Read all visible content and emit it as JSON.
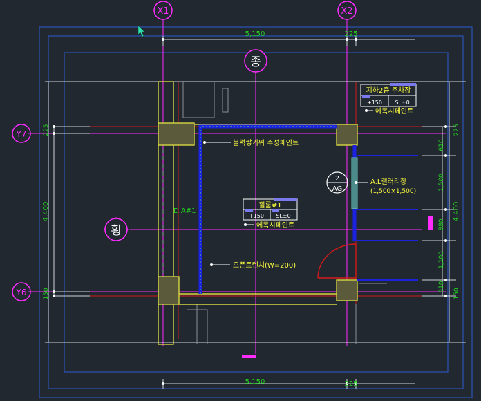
{
  "grid": {
    "x1": "X1",
    "x2": "X2",
    "y7": "Y7",
    "y6": "Y6"
  },
  "section_markers": {
    "top": "종",
    "left": "횡"
  },
  "dimensions": {
    "top_total": "5,150",
    "top_right": "225",
    "bottom_total": "5,150",
    "bottom_right": "225",
    "left_top": "225",
    "left_mid": "4,400",
    "left_bottom": "150",
    "right_top": "225",
    "right_610a": "610",
    "right_1500": "1,500",
    "right_4400": "4,400",
    "right_880": "880",
    "right_1100": "1,100",
    "right_610b": "610",
    "right_150": "150"
  },
  "room_tags": {
    "upper": {
      "name": "지하2층 주차장",
      "level": "+150",
      "slab": "SL±0"
    },
    "center": {
      "name": "휠룸#1",
      "level": "+150",
      "slab": "SL±0"
    }
  },
  "annotations": {
    "epoxy_top": "에폭시페인트",
    "block_paint": "블럭쌓기위 수성페인트",
    "louver_1": "A.L갤러리창",
    "louver_2": "(1,500×1,500)",
    "epoxy_mid": "에폭시페인트",
    "open_trench": "오픈트렌치(W=200)",
    "da_tag": "D.A#1"
  },
  "elevation_tag": {
    "number": "2",
    "code": "AG"
  },
  "colors": {
    "background": "#212830",
    "grid_circle": "#ff2cff",
    "dimension_text": "#23d61f",
    "annotation_text": "#ffff40",
    "wall_outline": "#d6d642",
    "paint_line": "#1c22e0",
    "red_line": "#d41a1a",
    "frame_blue": "#2a53b5"
  }
}
